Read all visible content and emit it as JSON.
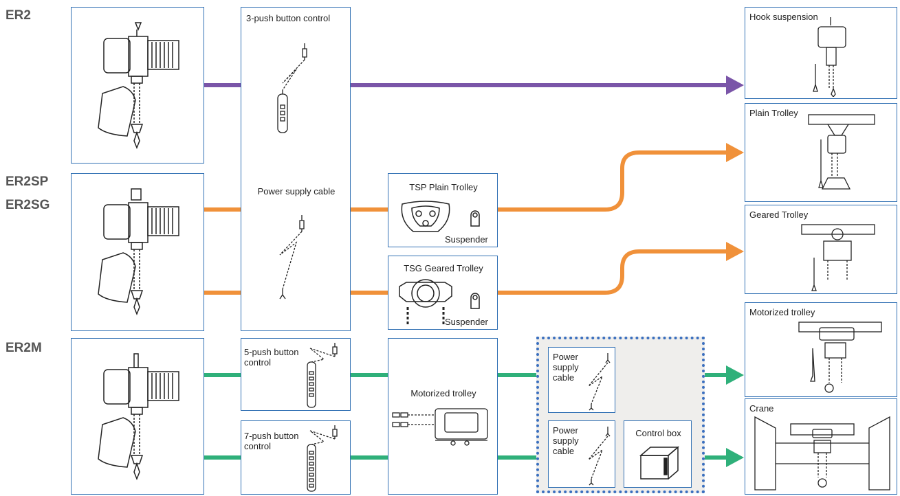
{
  "models": {
    "er2": "ER2",
    "er2sp": "ER2SP",
    "er2sg": "ER2SG",
    "er2m": "ER2M"
  },
  "controls": {
    "push3": "3-push button control",
    "power_cable": "Power supply cable",
    "push5": "5-push button control",
    "push7": "7-push button control"
  },
  "trolleys": {
    "tsp": "TSP Plain Trolley",
    "tsg": "TSG Geared Trolley",
    "suspender": "Suspender",
    "motorized": "Motorized trolley"
  },
  "optional": {
    "power_cable_1": "Power supply cable",
    "power_cable_2": "Power supply cable",
    "control_box": "Control box"
  },
  "results": {
    "hook": "Hook suspension",
    "plain": "Plain Trolley",
    "geared": "Geared Trolley",
    "motorized": "Motorized trolley",
    "crane": "Crane"
  },
  "colors": {
    "purple": "#7a55a8",
    "orange": "#f0913a",
    "green": "#2fb07a",
    "box_border": "#2f6fb3"
  }
}
